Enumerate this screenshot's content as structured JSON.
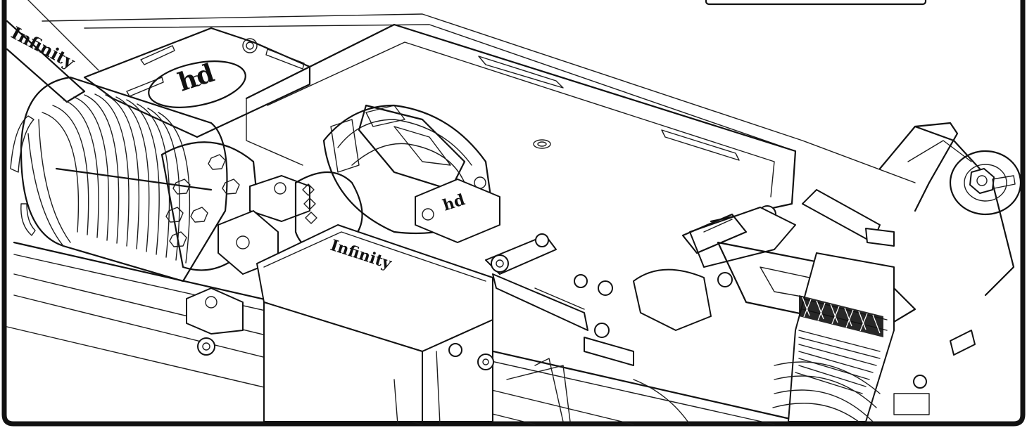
{
  "figure": {
    "kind": "technical-line-drawing",
    "subject": "rc-car-chassis-assembly",
    "stroke_color": "#111111",
    "background_color": "#ffffff",
    "frame_color": "#111111"
  },
  "brand_marks": {
    "servo_case_text": "Infinity",
    "motor_plate_logo": "hd",
    "spur_mount_logo": "hd",
    "left_edge_text": "Infinity"
  }
}
